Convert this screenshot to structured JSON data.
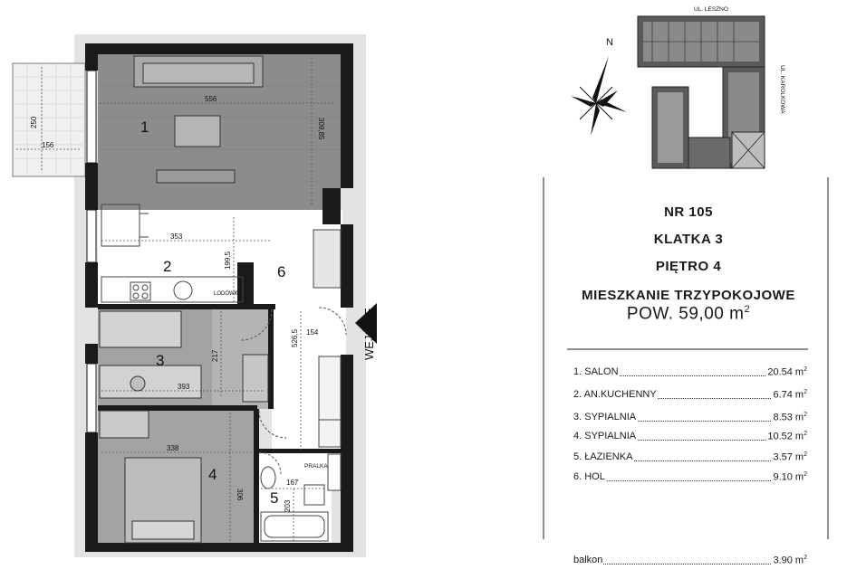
{
  "apartment": {
    "number": "NR 105",
    "staircase": "KLATKA 3",
    "floor": "PIĘTRO 4",
    "type": "MIESZKANIE TRZYPOKOJOWE",
    "area_label": "POW. 59,00 m",
    "area_sup": "2"
  },
  "rooms": [
    {
      "label": "1. SALON",
      "area": "20.54 m",
      "sup": "2"
    },
    {
      "label": "2. AN.KUCHENNY",
      "area": "6.74 m",
      "sup": "2"
    },
    {
      "label": "3. SYPIALNIA",
      "area": "8.53 m",
      "sup": "2"
    },
    {
      "label": "4. SYPIALNIA",
      "area": "10.52 m",
      "sup": "2"
    },
    {
      "label": "5. ŁAZIENKA",
      "area": "3.57 m",
      "sup": "2"
    },
    {
      "label": "6. HOL",
      "area": "9.10 m",
      "sup": "2"
    }
  ],
  "balcony": {
    "label": "balkon",
    "area": "3.90 m",
    "sup": "2"
  },
  "plan": {
    "entrance": "WEJŚCIE",
    "room_numbers": [
      "1",
      "2",
      "3",
      "4",
      "5",
      "6"
    ],
    "dimensions": [
      "556",
      "309,85",
      "250",
      "156",
      "353",
      "199,5",
      "217",
      "393",
      "526,5",
      "154",
      "338",
      "306",
      "167",
      "203"
    ],
    "fridge": "LODÓWKA",
    "washer": "PRALKA"
  },
  "site_map": {
    "compass": "N",
    "streets": [
      "UL. LESZNO",
      "UL. KAROLKOWA"
    ]
  },
  "colors": {
    "wall": "#1a1a1a",
    "living_floor": "#8c8c8c",
    "bedroom_floor": "#a3a3a3",
    "hall_floor": "#bdbdbd",
    "balcony": "#f0f0f0"
  }
}
